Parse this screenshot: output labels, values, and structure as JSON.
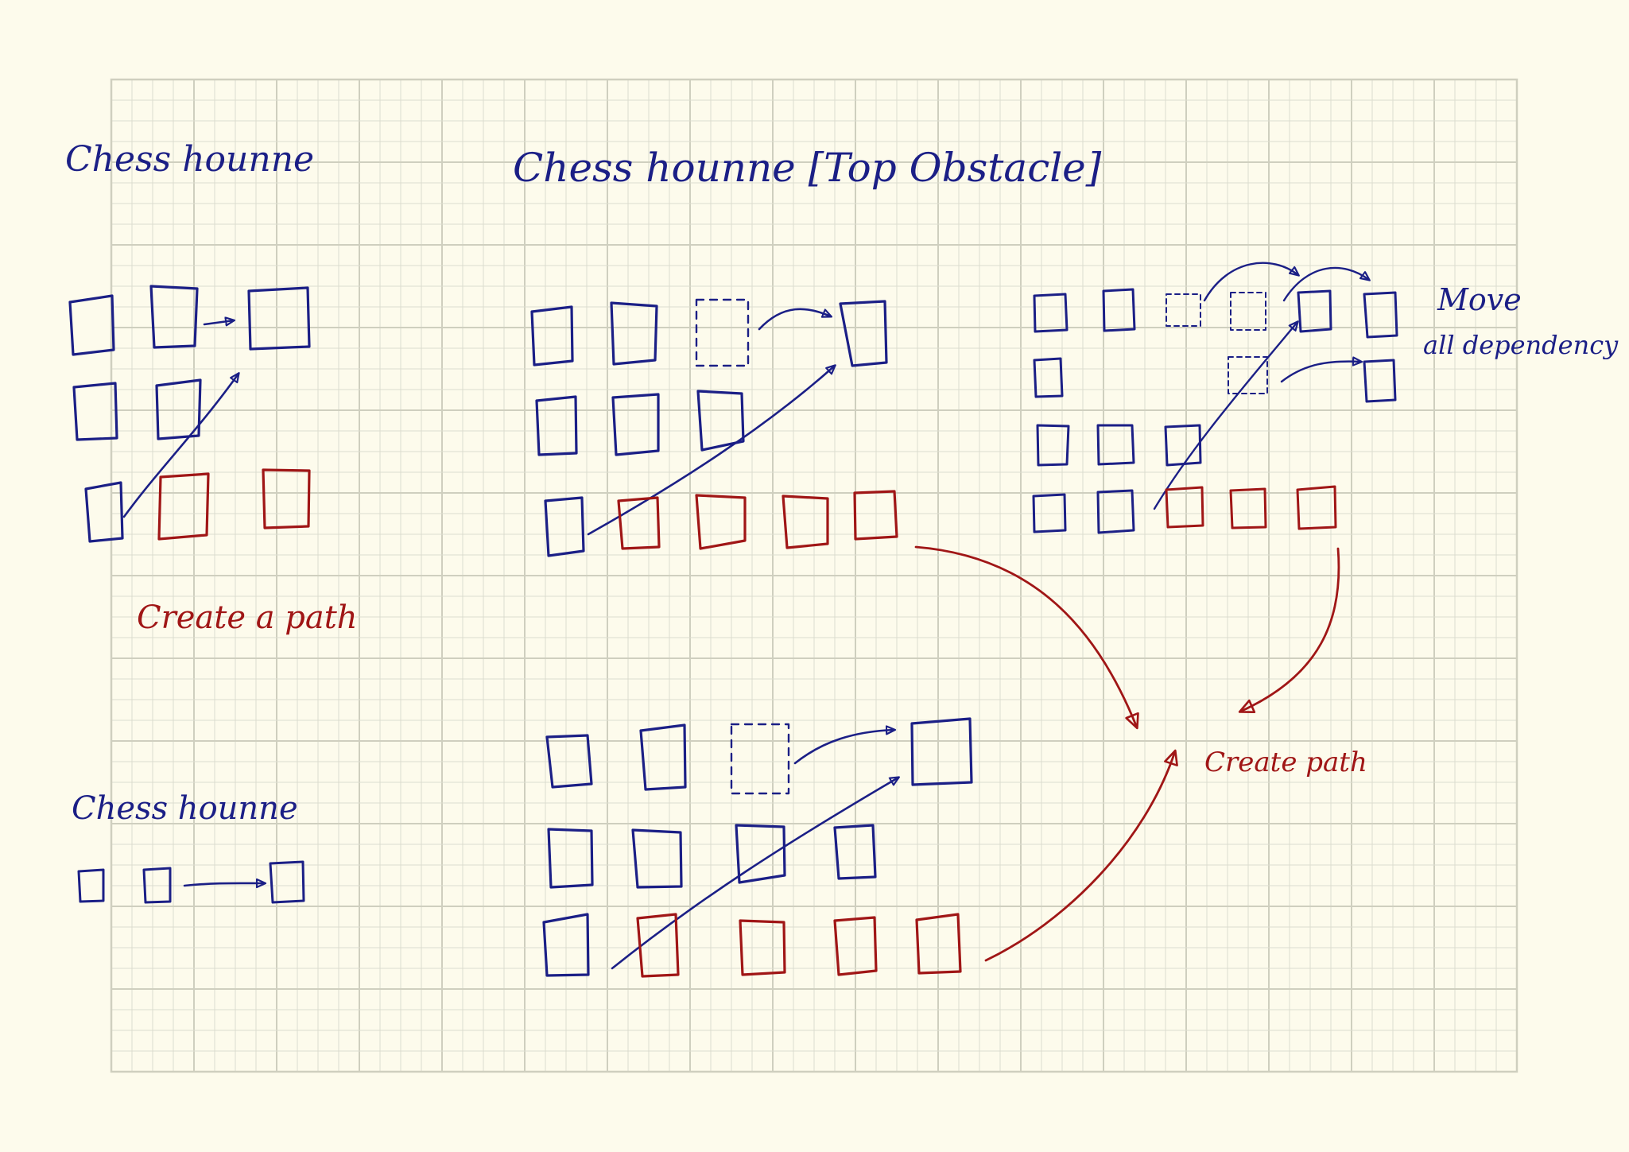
{
  "colors": {
    "paper": "#fdfbec",
    "grid_minor": "#dcdccf",
    "grid_major": "#cfcfbf",
    "ink_blue": "#1b1f86",
    "ink_red": "#a01616"
  },
  "labels": {
    "title_left_top": "Chess hounne",
    "title_middle": "Chess hounne [Top Obstacle]",
    "create_a_path": "Create a path",
    "title_left_bottom": "Chess hounne",
    "move_line1": "Move",
    "move_line2": "all dependency",
    "create_path": "Create path"
  }
}
